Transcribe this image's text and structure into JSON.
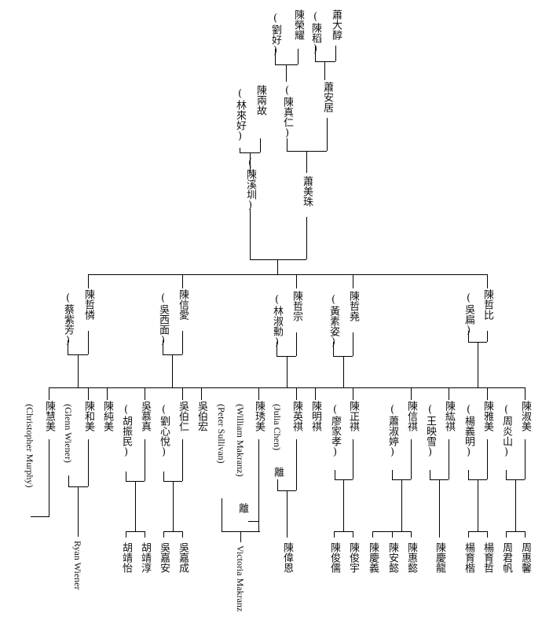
{
  "labels": {
    "xiao_dachun": "蕭大醇",
    "chen_dao": "(陳稻)",
    "chen_rongyao": "陳榮耀",
    "liu_hao": "(劉好)",
    "xiao_anju": "蕭安居",
    "chen_zhenren": "(陳真仁)",
    "chen_yugu": "陳兩故",
    "lin_laihao": "(林來好)",
    "chen_xizhen": "(陳溪圳)",
    "xiao_meizhu": "蕭美珠",
    "chen_zhelin": "陳哲憐",
    "cai_zifang": "(蔡紫芳)",
    "chen_xinai": "陳信愛",
    "wu_ximian": "(吳西面)",
    "chen_zhezong": "陳哲宗",
    "lin_shuzhi": "(林淑勳)",
    "chen_zheyao": "陳哲堯",
    "huang_suqin": "(黃素姿)",
    "chen_zhebi": "陳哲比",
    "wu_bian": "(吳扁)",
    "chen_huimei": "陳慧美",
    "christopher_murphy": "(Christopher Murphy)",
    "chen_hemei": "陳和美",
    "glenn_wiener": "(Glenn Wiener)",
    "chen_chunmei": "陳純美",
    "wu_muzhen": "吳慕真",
    "hu_zhenmin": "(胡振民)",
    "wu_boren": "吳伯仁",
    "liu_xinyue": "(劉心悅)",
    "wu_bohong": "吳伯宏",
    "peter_sullivan": "(Peter Sullivan)",
    "william_makranz": "(William Makranz)",
    "li": "離",
    "chen_xiumei": "陳琇美",
    "julia_chen": "(Julia Chen)",
    "li2": "離",
    "chen_yingqi": "陳英祺",
    "chen_mingqi": "陳明祺",
    "liao_jiaxiao": "(廖家孝)",
    "chen_zhengqi": "陳正祺",
    "xiao_shuting": "(蕭淑婷)",
    "chen_xinqi": "陳信祺",
    "wang_yingxue": "(王映雪)",
    "chen_hongqi": "陳紘祺",
    "yang_yiming": "(楊義明)",
    "chen_yamei": "陳雅美",
    "zhou_yanshan": "(周炎山)",
    "chen_shumei": "陳淑美",
    "ryan_wiener": "Ryan Wiener",
    "hu_jingyi": "胡靖怡",
    "hu_jingchun": "胡靖淳",
    "wu_jiaan": "吳嘉安",
    "wu_jiacheng": "吳嘉成",
    "victoria_makranz": "Victoria Makranz",
    "chen_weien": "陳偉恩",
    "chen_junru": "陳俊儒",
    "chen_junyu": "陳俊宇",
    "chen_qingyi": "陳慶義",
    "chen_anyi": "陳安懿",
    "chen_huiyi": "陳惠懿",
    "chen_qinglong": "陳慶龍",
    "yang_yukai": "楊育楷",
    "yang_yuzhe": "楊育哲",
    "zhou_junfan": "周君帆",
    "zhou_huixin": "周惠馨"
  }
}
